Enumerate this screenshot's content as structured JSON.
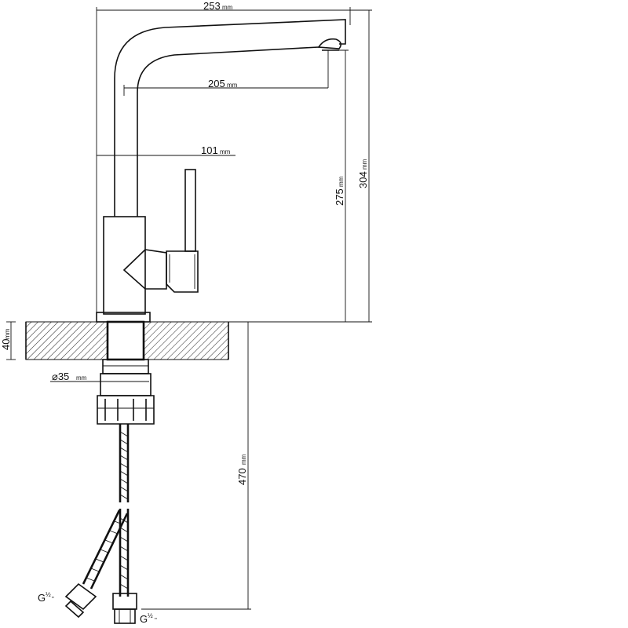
{
  "dimensions": {
    "total_width": {
      "value": "253",
      "unit": "mm"
    },
    "spout_reach": {
      "value": "205",
      "unit": "mm"
    },
    "handle_reach": {
      "value": "101",
      "unit": "mm"
    },
    "spout_height": {
      "value": "275",
      "unit": "mm"
    },
    "total_height": {
      "value": "304",
      "unit": "mm"
    },
    "deck_thickness": {
      "value": "40",
      "unit": "mm"
    },
    "hole_diameter": {
      "value": "⌀35",
      "unit": "mm"
    },
    "hose_length": {
      "value": "470",
      "unit": "mm"
    }
  },
  "connectors": {
    "left": {
      "prefix": "G",
      "fraction": "½",
      "suffix": "\""
    },
    "right": {
      "prefix": "G",
      "fraction": "½",
      "suffix": "\""
    }
  },
  "colors": {
    "line": "#111111",
    "background": "#ffffff",
    "hatch": "#333333"
  }
}
